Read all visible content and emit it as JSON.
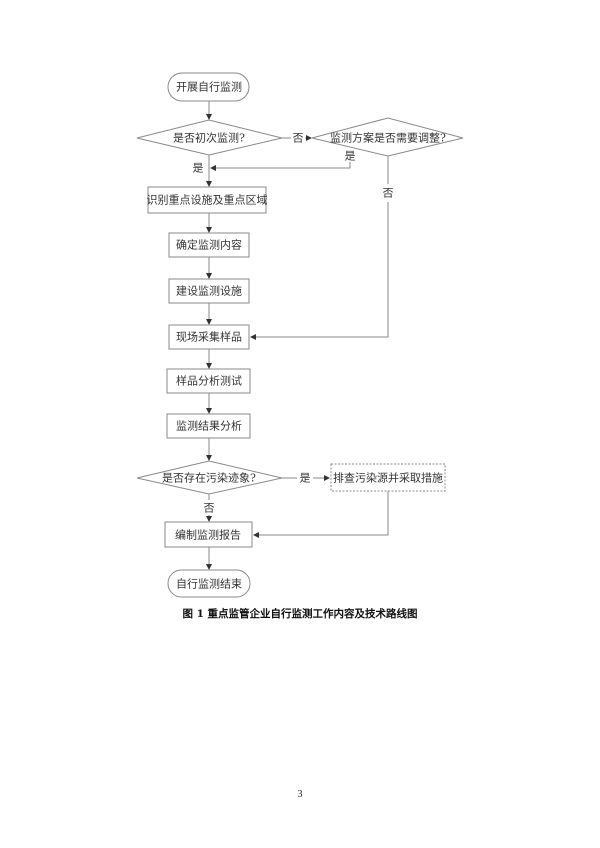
{
  "flowchart": {
    "start": "开展自行监测",
    "decision_first": "是否初次监测?",
    "decision_adjust": "监测方案是否需要调整?",
    "identify": "识别重点设施及重点区域",
    "determine": "确定监测内容",
    "build": "建设监测设施",
    "sampling": "现场采集样品",
    "analysis": "样品分析测试",
    "result_analysis": "监测结果分析",
    "decision_pollution": "是否存在污染迹象?",
    "investigate": "排查污染源并采取措施",
    "report": "编制监测报告",
    "end": "自行监测结束",
    "labels": {
      "no1": "否",
      "yes_adjust": "是",
      "yes_first": "是",
      "no_adjust": "否",
      "yes_pollution": "是",
      "no_pollution": "否"
    }
  },
  "caption": "图 1  重点监管企业自行监测工作内容及技术路线图",
  "page_number": "3"
}
